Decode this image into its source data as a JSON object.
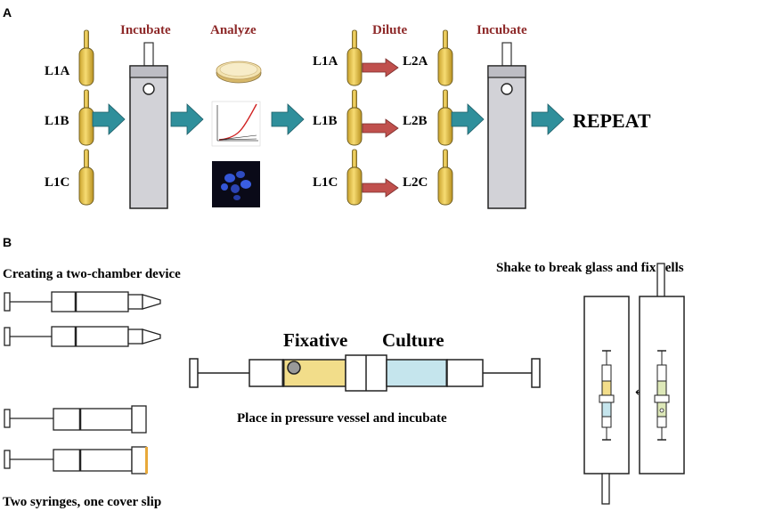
{
  "panel_a": {
    "label": "A",
    "steps": {
      "incubate_1": "Incubate",
      "analyze": "Analyze",
      "dilute": "Dilute",
      "incubate_2": "Incubate"
    },
    "tubes_left": [
      "L1A",
      "L1B",
      "L1C"
    ],
    "tubes_mid": [
      "L1A",
      "L1B",
      "L1C"
    ],
    "tubes_right": [
      "L2A",
      "L2B",
      "L2C"
    ],
    "repeat": "REPEAT"
  },
  "panel_b": {
    "label": "B",
    "creating_caption": "Creating a two-chamber device",
    "syringes_caption": "Two syringes, one cover slip",
    "fixative_label": "Fixative",
    "culture_label": "Culture",
    "vessel_caption": "Place in pressure vessel and incubate",
    "shake_caption": "Shake to break glass and fix cells",
    "swap_symbol": "↔"
  },
  "colors": {
    "step_text": "#8e2a2a",
    "teal_arrow": "#2f8f9b",
    "red_arrow": "#c0504d",
    "tube_yellow": "#f2cf5b",
    "fixative_fill": "#f2dd8a",
    "culture_fill": "#c5e5ed",
    "vessel_gray": "#d2d2d7"
  }
}
